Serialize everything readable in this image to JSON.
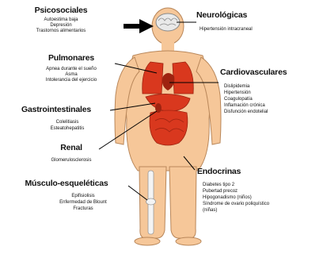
{
  "categories": {
    "psicosociales": {
      "title": "Psicosociales",
      "items": [
        "Autoestima baja",
        "Depresión",
        "Trastornos alimentarios"
      ]
    },
    "neurologicas": {
      "title": "Neurológicas",
      "items": [
        "Hipertensión intracraneal"
      ]
    },
    "pulmonares": {
      "title": "Pulmonares",
      "items": [
        "Apnea durante el sueño",
        "Asma",
        "Intolerancia del ejercicio"
      ]
    },
    "cardiovasculares": {
      "title": "Cardiovasculares",
      "items": [
        "Dislipidemia",
        "Hipertensión",
        "Coagulopatía",
        "Inflamación crónica",
        "Disfunción endotelial"
      ]
    },
    "gastrointestinales": {
      "title": "Gastrointestinales",
      "items": [
        "Colelitiasis",
        "Esteatohepatitis"
      ]
    },
    "renal": {
      "title": "Renal",
      "items": [
        "Glomerulosclerosis"
      ]
    },
    "musculo": {
      "title": "Músculo-esqueléticas",
      "items": [
        "Epifisiolisis",
        "Enfermedad de Blount",
        "Fracturas"
      ]
    },
    "endocrinas": {
      "title": "Endocrinas",
      "items": [
        "Diabetes tipo 2",
        "Pubertad precoz",
        "Hipogonadismo (niños)",
        "Síndrome de ovario poliquístico",
        "(niñas)"
      ]
    }
  },
  "colors": {
    "skin": "#f6c799",
    "skin_outline": "#b9875a",
    "organ": "#d9381e",
    "organ_dark": "#9e2310",
    "brain": "#e9e9e9",
    "bone": "#f4f4f4",
    "arrow": "#000000"
  }
}
